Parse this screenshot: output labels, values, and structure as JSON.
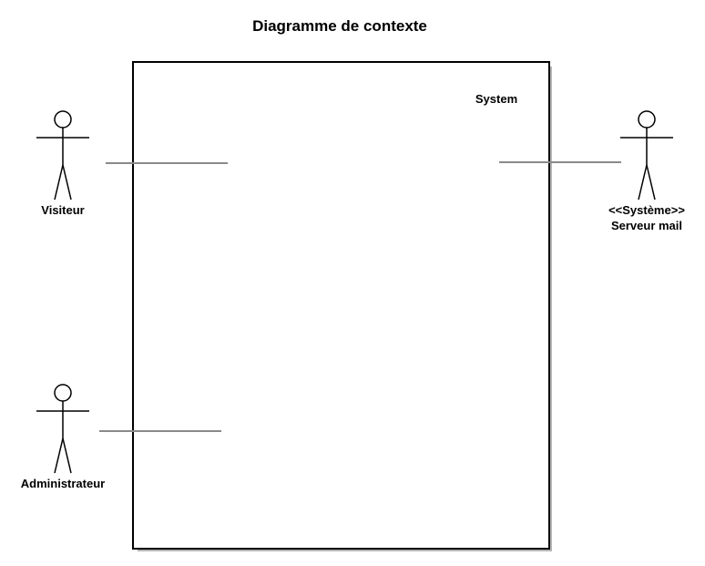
{
  "diagram": {
    "title": "Diagramme de contexte",
    "system_label": "System"
  },
  "actors": [
    {
      "label": "Visiteur"
    },
    {
      "stereotype": "<<Système>>",
      "label": "Serveur mail"
    },
    {
      "label": "Administrateur"
    }
  ],
  "colors": {
    "line": "#000000",
    "association": "#8a8a8a",
    "shadow": "#b5b5b5",
    "background": "#ffffff"
  }
}
